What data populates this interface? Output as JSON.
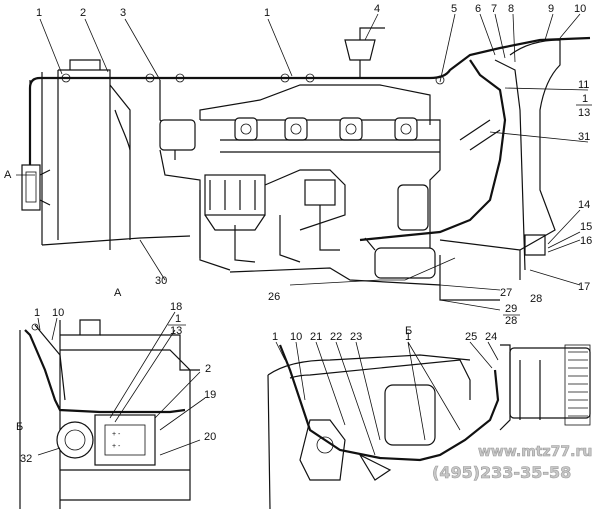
{
  "callouts": {
    "c1": "1",
    "c2": "2",
    "c3": "3",
    "c4": "4",
    "c5": "5",
    "c6": "6",
    "c7": "7",
    "c8": "8",
    "c9": "9",
    "c10": "10",
    "c11": "11",
    "c12": "1",
    "c13": "13",
    "c14": "14",
    "c15": "15",
    "c16": "16",
    "c17": "17",
    "c26": "26",
    "c27": "27",
    "c28": "28",
    "c29": "29",
    "c28b": "28",
    "c30": "30",
    "c31": "31"
  },
  "view_markers": {
    "a_left": "А",
    "a_title": "А",
    "b_left": "Б",
    "b_title": "Б"
  },
  "detail_a": {
    "c1": "1",
    "c10": "10",
    "c18": "18",
    "c12": "1",
    "c13": "13",
    "c2": "2",
    "c19": "19",
    "c20": "20",
    "c32": "32"
  },
  "detail_b": {
    "c1a": "1",
    "c10": "10",
    "c21": "21",
    "c22": "22",
    "c23": "23",
    "c1b": "1",
    "c25": "25",
    "c24": "24"
  },
  "watermark": {
    "site": "www.mtz77.ru",
    "phone": "(495)233-35-58"
  }
}
